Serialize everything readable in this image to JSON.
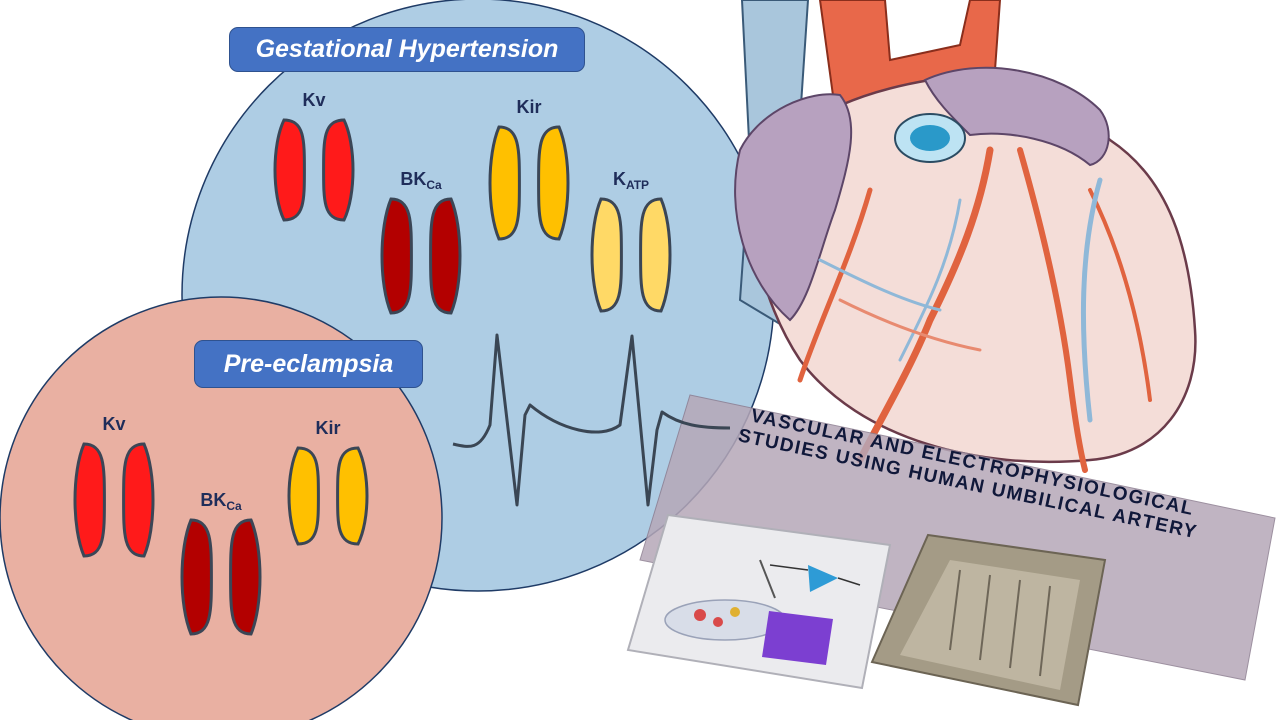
{
  "gestational_hypertension": {
    "title": "Gestational Hypertension",
    "channels": [
      {
        "id": "kv",
        "label": "Kv",
        "color": "#ff1a1a"
      },
      {
        "id": "bkca",
        "label": "BK",
        "sub": "Ca",
        "color": "#b30000"
      },
      {
        "id": "kir",
        "label": "Kir",
        "color": "#ffc000"
      },
      {
        "id": "katp",
        "label": "K",
        "sub": "ATP",
        "color": "#ffd966"
      }
    ]
  },
  "pre_eclampsia": {
    "title": "Pre-eclampsia",
    "channels": [
      {
        "id": "kv",
        "label": "Kv",
        "color": "#ff1a1a"
      },
      {
        "id": "bkca",
        "label": "BK",
        "sub": "Ca",
        "color": "#b30000"
      },
      {
        "id": "kir",
        "label": "Kir",
        "color": "#ffc000"
      }
    ]
  },
  "banner": {
    "line1": "VASCULAR AND ELECTROPHYSIOLOGICAL",
    "line2": "STUDIES USING HUMAN UMBILICAL ARTERY"
  },
  "colors": {
    "gh_circle": "#aecde4",
    "pe_circle": "#e9b0a2",
    "title_box": "#4472c4",
    "ecg_trace": "#3a4654"
  }
}
